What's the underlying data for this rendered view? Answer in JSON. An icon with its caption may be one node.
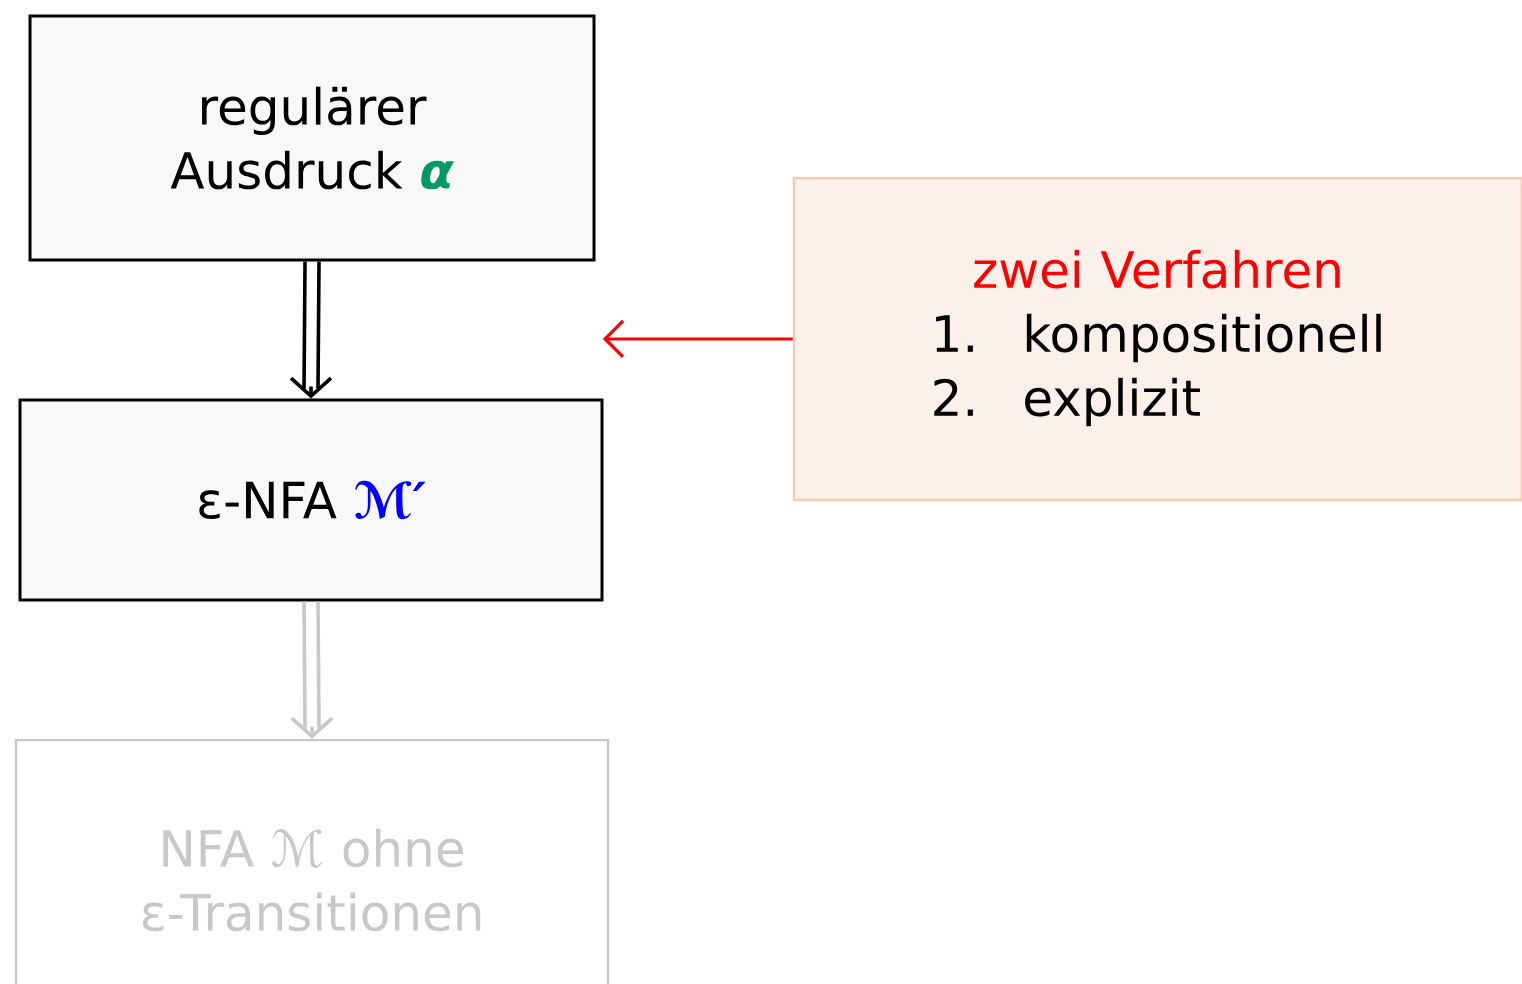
{
  "diagram": {
    "nodes": [
      {
        "text": [
          "regulärer Ausdruck",
          "α"
        ]
      },
      {
        "text": [
          "ε-NFA",
          "ℳ′"
        ]
      },
      {
        "text": [
          "NFA ℳ ohne ε-Transitionen"
        ]
      },
      {
        "text": [
          "zwei Verfahren",
          "1.",
          "kompositionell",
          "2.",
          "explizit"
        ]
      }
    ],
    "edges": [
      {
        "from": 0,
        "to": 1,
        "arrow": "to"
      },
      {
        "from": 1,
        "to": 2,
        "arrow": "to",
        "color": "#c8c8c8"
      },
      {
        "from": 3,
        "to": null,
        "arrow": "to",
        "color": "#ff0000"
      }
    ]
  }
}
